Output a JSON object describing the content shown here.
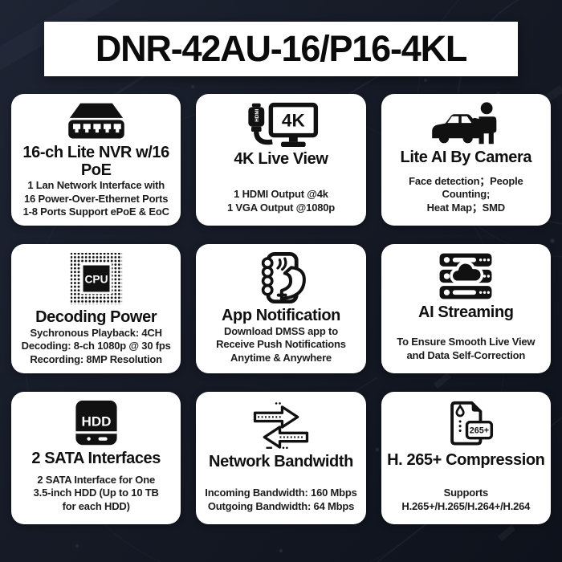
{
  "banner": {
    "title": "DNR-42AU-16/P16-4KL"
  },
  "colors": {
    "background": "#141925",
    "card": "#ffffff",
    "icon": "#111111",
    "body_text": "#1c1c1c"
  },
  "cards": [
    {
      "icon": "poe-switch-icon",
      "title": "16-ch Lite NVR w/16 PoE",
      "lines": [
        "1 Lan Network Interface with",
        "16 Power-Over-Ethernet Ports",
        "1-8 Ports Support ePoE & EoC"
      ]
    },
    {
      "icon": "hdmi-4k-monitor-icon",
      "icon_text_monitor": "4K",
      "icon_text_plug": "HDMI",
      "title": "4K Live View",
      "lines": [
        "1 HDMI Output @4k",
        "1 VGA Output @1080p"
      ]
    },
    {
      "icon": "car-person-icon",
      "title": "Lite AI By Camera",
      "lines": [
        "Face detection；People Counting;",
        "Heat Map；SMD"
      ]
    },
    {
      "icon": "cpu-icon",
      "icon_text": "CPU",
      "title": "Decoding Power",
      "lines": [
        "Sychronous Playback: 4CH",
        "Decoding: 8-ch 1080p @ 30 fps",
        "Recording: 8MP Resolution"
      ]
    },
    {
      "icon": "phone-hand-icon",
      "title": "App Notification",
      "lines": [
        "Download DMSS app to",
        "Receive Push Notifications",
        "Anytime & Anywhere"
      ]
    },
    {
      "icon": "server-cloud-icon",
      "title": "AI Streaming",
      "lines": [
        "To Ensure Smooth Live View",
        "and Data Self-Correction"
      ]
    },
    {
      "icon": "hdd-icon",
      "icon_text": "HDD",
      "title": "2 SATA Interfaces",
      "lines": [
        "2 SATA Interface for One",
        "3.5-inch HDD  (Up to 10 TB",
        "for each HDD)"
      ]
    },
    {
      "icon": "bandwidth-arrows-icon",
      "title": "Network Bandwidth",
      "lines": [
        "Incoming Bandwidth: 160 Mbps",
        "Outgoing Bandwidth: 64 Mbps"
      ]
    },
    {
      "icon": "h265-document-icon",
      "icon_text": "265+",
      "title": "H. 265+ Compression",
      "lines": [
        "Supports",
        "H.265+/H.265/H.264+/H.264"
      ]
    }
  ]
}
